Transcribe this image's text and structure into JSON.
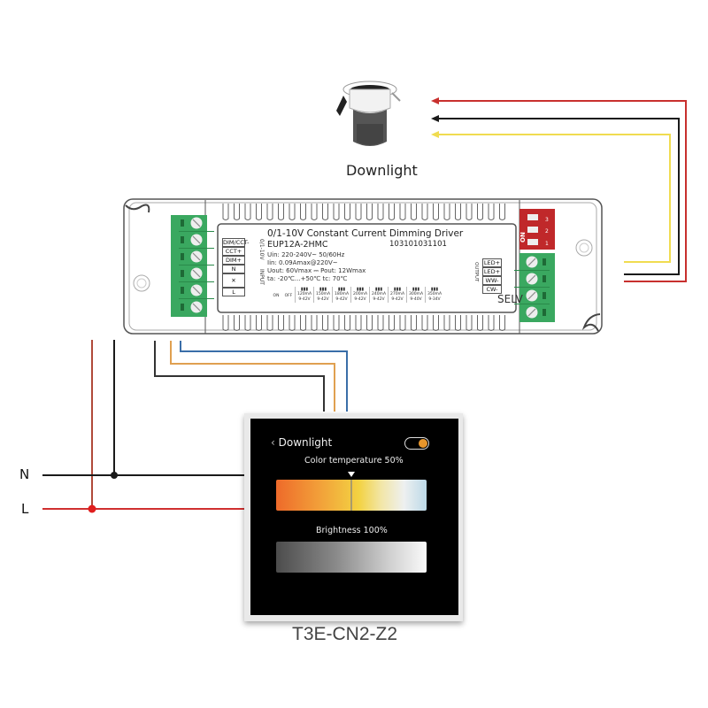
{
  "diagram": {
    "downlight": {
      "caption": "Downlight"
    },
    "mains": {
      "neutral": "N",
      "live": "L"
    },
    "driver": {
      "title": "0/1-10V Constant Current Dimming Driver",
      "model": "EUP12A-2HMC",
      "serial": "103101031101",
      "specs": [
        "Uin: 220-240V~  50/60Hz",
        "Iin: 0.09Amax@220V~",
        "Uout: 60Vmax ⎓  Pout: 12Wmax",
        "ta: -20℃...+50℃       tc: 70℃"
      ],
      "input_terminals": [
        "DIM/CCT-",
        "CCT+",
        "DIM+",
        "N",
        "✕",
        "L"
      ],
      "input_group_labels": [
        "0/1-10V",
        "INPUT"
      ],
      "output_terminals": [
        "LED+",
        "LED+",
        "WW-",
        "CW-"
      ],
      "output_group_label": "OUTPUT",
      "selv": "SELV",
      "dip_switch": {
        "on_label": "ON",
        "positions": [
          "1",
          "2",
          "3"
        ]
      },
      "dip_legend": {
        "on": "ON",
        "off": "OFF"
      },
      "current_settings": [
        {
          "current": "120mA",
          "voltage": "9-42V"
        },
        {
          "current": "150mA",
          "voltage": "9-42V"
        },
        {
          "current": "180mA",
          "voltage": "9-42V"
        },
        {
          "current": "200mA",
          "voltage": "9-42V"
        },
        {
          "current": "240mA",
          "voltage": "9-42V"
        },
        {
          "current": "270mA",
          "voltage": "9-42V"
        },
        {
          "current": "300mA",
          "voltage": "9-40V"
        },
        {
          "current": "350mA",
          "voltage": "9-34V"
        }
      ]
    },
    "panel": {
      "model": "T3E-CN2-Z2",
      "screen": {
        "back_label": "Downlight",
        "power_on": true,
        "color_temperature_label": "Color temperature 50%",
        "color_temperature": 0.5,
        "brightness_label": "Brightness 100%",
        "brightness": 1.0
      }
    },
    "wire_colors": {
      "red": "#c8302e",
      "black": "#1a1a1a",
      "yellow": "#f0dc50",
      "orange": "#e0a050",
      "blue": "#3a6ea8",
      "terminal_green": "#3aa860",
      "dip_red": "#c0282a",
      "toggle_accent": "#e8962c"
    }
  }
}
